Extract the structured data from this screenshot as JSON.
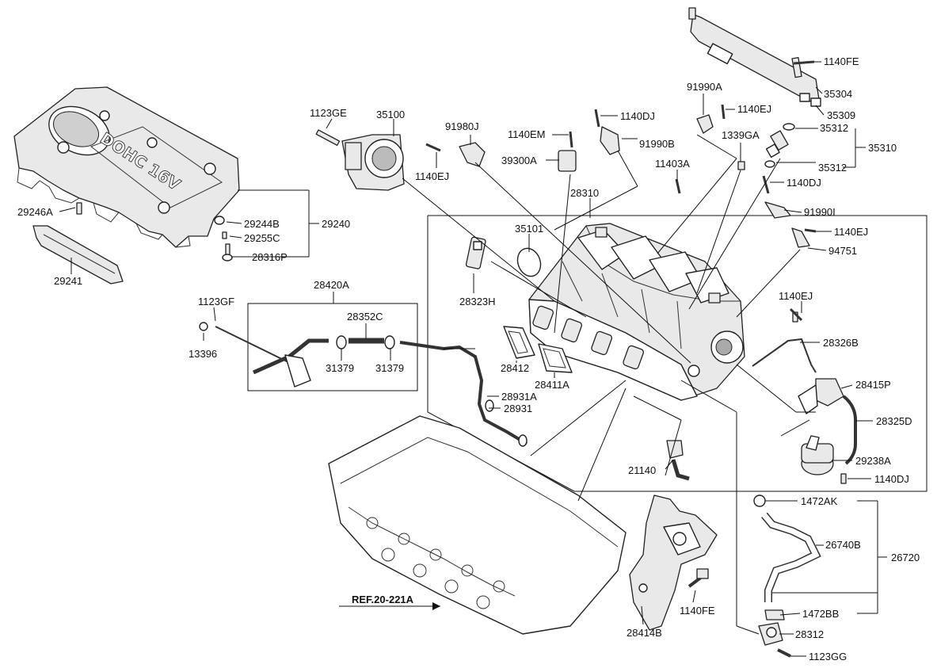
{
  "labels": {
    "p35304": "35304",
    "p1140FE_top": "1140FE",
    "p35309": "35309",
    "p35312_a": "35312",
    "p35310": "35310",
    "p35312_b": "35312",
    "p91990A": "91990A",
    "p1140EJ_a": "1140EJ",
    "p1339GA": "1339GA",
    "p91990B": "91990B",
    "p1140DJ_a": "1140DJ",
    "p1140EM": "1140EM",
    "p39300A": "39300A",
    "p91980J": "91980J",
    "p1140EJ_b": "1140EJ",
    "p11403A": "11403A",
    "p1140DJ_b": "1140DJ",
    "p91990I": "91990I",
    "p1140EJ_c": "1140EJ",
    "p94751": "94751",
    "p1123GE": "1123GE",
    "p35100": "35100",
    "p28310": "28310",
    "p35101": "35101",
    "p28323H": "28323H",
    "p1140EJ_d": "1140EJ",
    "p28326B": "28326B",
    "p28415P": "28415P",
    "p28325D": "28325D",
    "p29238A": "29238A",
    "p1140DJ_c": "1140DJ",
    "p29246A": "29246A",
    "p29244B": "29244B",
    "p29240": "29240",
    "p29255C": "29255C",
    "p28316P": "28316P",
    "p29241": "29241",
    "p28420A": "28420A",
    "p1123GF": "1123GF",
    "p13396": "13396",
    "p28352C": "28352C",
    "p31379_a": "31379",
    "p31379_b": "31379",
    "p28412": "28412",
    "p28411A": "28411A",
    "p28931A": "28931A",
    "p28931": "28931",
    "p21140": "21140",
    "p1472AK": "1472AK",
    "p26740B": "26740B",
    "p26720": "26720",
    "p1472BB": "1472BB",
    "p28312": "28312",
    "p1123GG": "1123GG",
    "p1140FE_bot": "1140FE",
    "p28414B": "28414B",
    "ref": "REF.20-221A"
  },
  "cover_text": "DOHC 16V"
}
